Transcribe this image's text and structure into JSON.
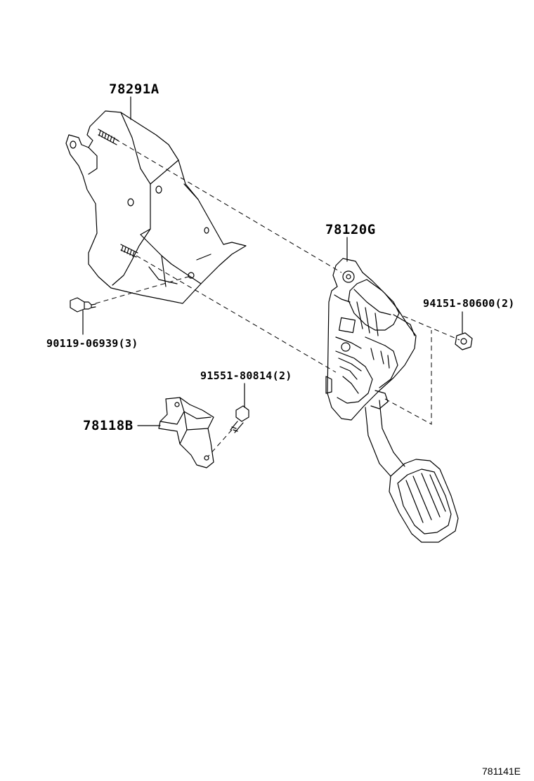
{
  "parts": {
    "bracket": "78291A",
    "pedal_assembly": "78120G",
    "nut": "94151-80600(2)",
    "bolt_upper": "90119-06939(3)",
    "bolt_lower": "91551-80814(2)",
    "small_bracket": "78118B"
  },
  "figure_code": "781141E",
  "colors": {
    "line": "#000000",
    "background": "#ffffff"
  }
}
